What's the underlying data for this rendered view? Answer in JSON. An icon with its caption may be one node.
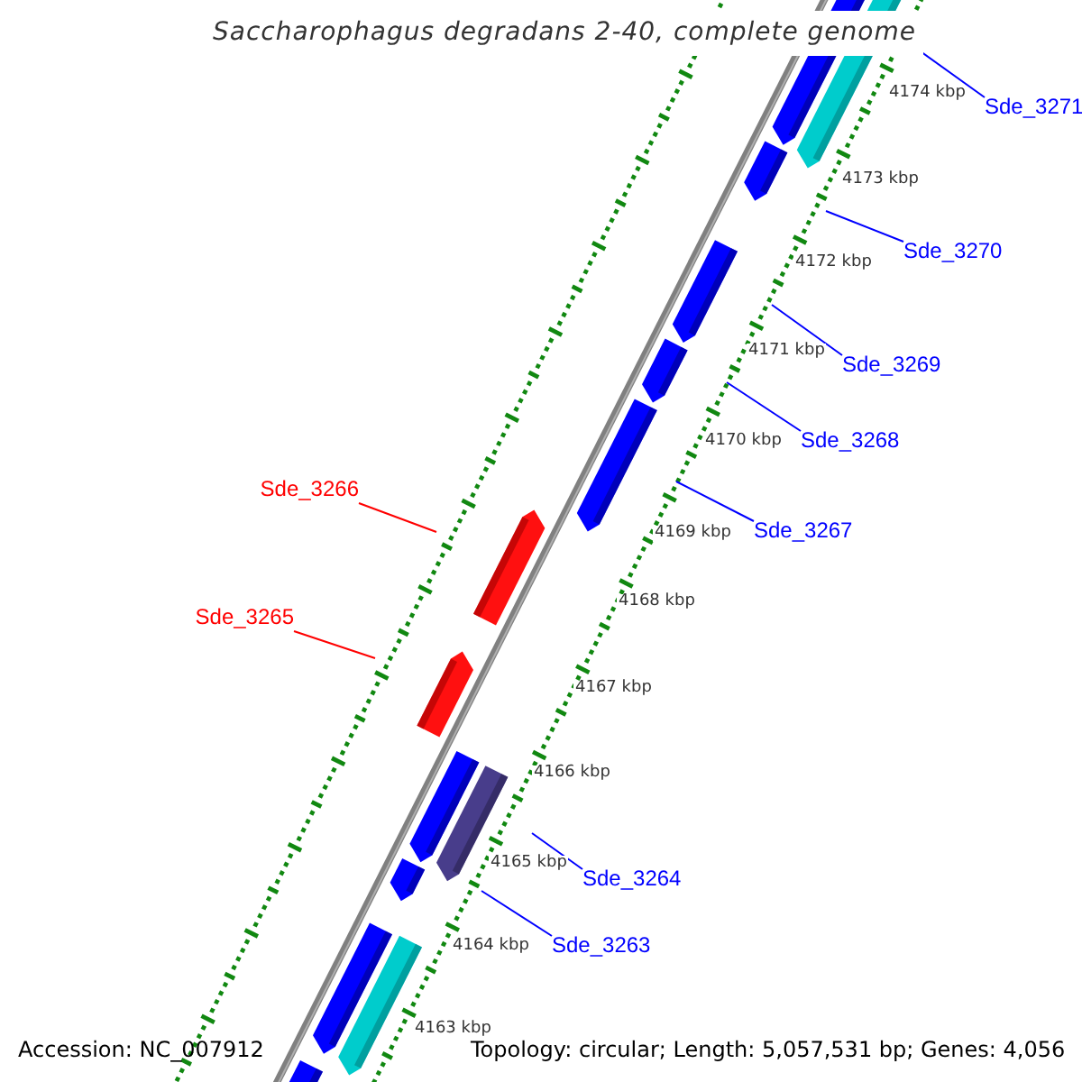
{
  "diagram": {
    "title": "Saccharophagus degradans 2-40, complete genome",
    "nodes": [
      {
        "text": [
          "Sde_3271"
        ]
      },
      {
        "text": [
          "Sde_3270"
        ]
      },
      {
        "text": [
          "Sde_3269"
        ]
      },
      {
        "text": [
          "Sde_3268"
        ]
      },
      {
        "text": [
          "Sde_3266"
        ]
      },
      {
        "text": [
          "Sde_3267"
        ]
      },
      {
        "text": [
          "Sde_3265"
        ]
      },
      {
        "text": [
          "Sde_3264"
        ]
      },
      {
        "text": [
          "Sde_3263"
        ]
      }
    ],
    "edges": [
      {
        "from": 0,
        "to": null,
        "arrow": "none"
      },
      {
        "from": 1,
        "to": null,
        "arrow": "none"
      },
      {
        "from": 2,
        "to": null,
        "arrow": "none"
      },
      {
        "from": 3,
        "to": null,
        "arrow": "none"
      },
      {
        "from": 4,
        "to": null,
        "arrow": "none",
        "color": "#ff0000"
      },
      {
        "from": 5,
        "to": null,
        "arrow": "none"
      },
      {
        "from": 6,
        "to": null,
        "arrow": "none",
        "color": "#ff0000"
      },
      {
        "from": 7,
        "to": null,
        "arrow": "none"
      },
      {
        "from": 8,
        "to": null,
        "arrow": "none"
      }
    ],
    "labels": [
      "4174 kbp",
      "4173 kbp",
      "4172 kbp",
      "4171 kbp",
      "4170 kbp",
      "4169 kbp",
      "4168 kbp",
      "4167 kbp",
      "4166 kbp",
      "4165 kbp",
      "4164 kbp",
      "4163 kbp",
      "Accession: NC_007912",
      "Topology: circular; Length: 5,057,531 bp; Genes: 4,056"
    ]
  }
}
